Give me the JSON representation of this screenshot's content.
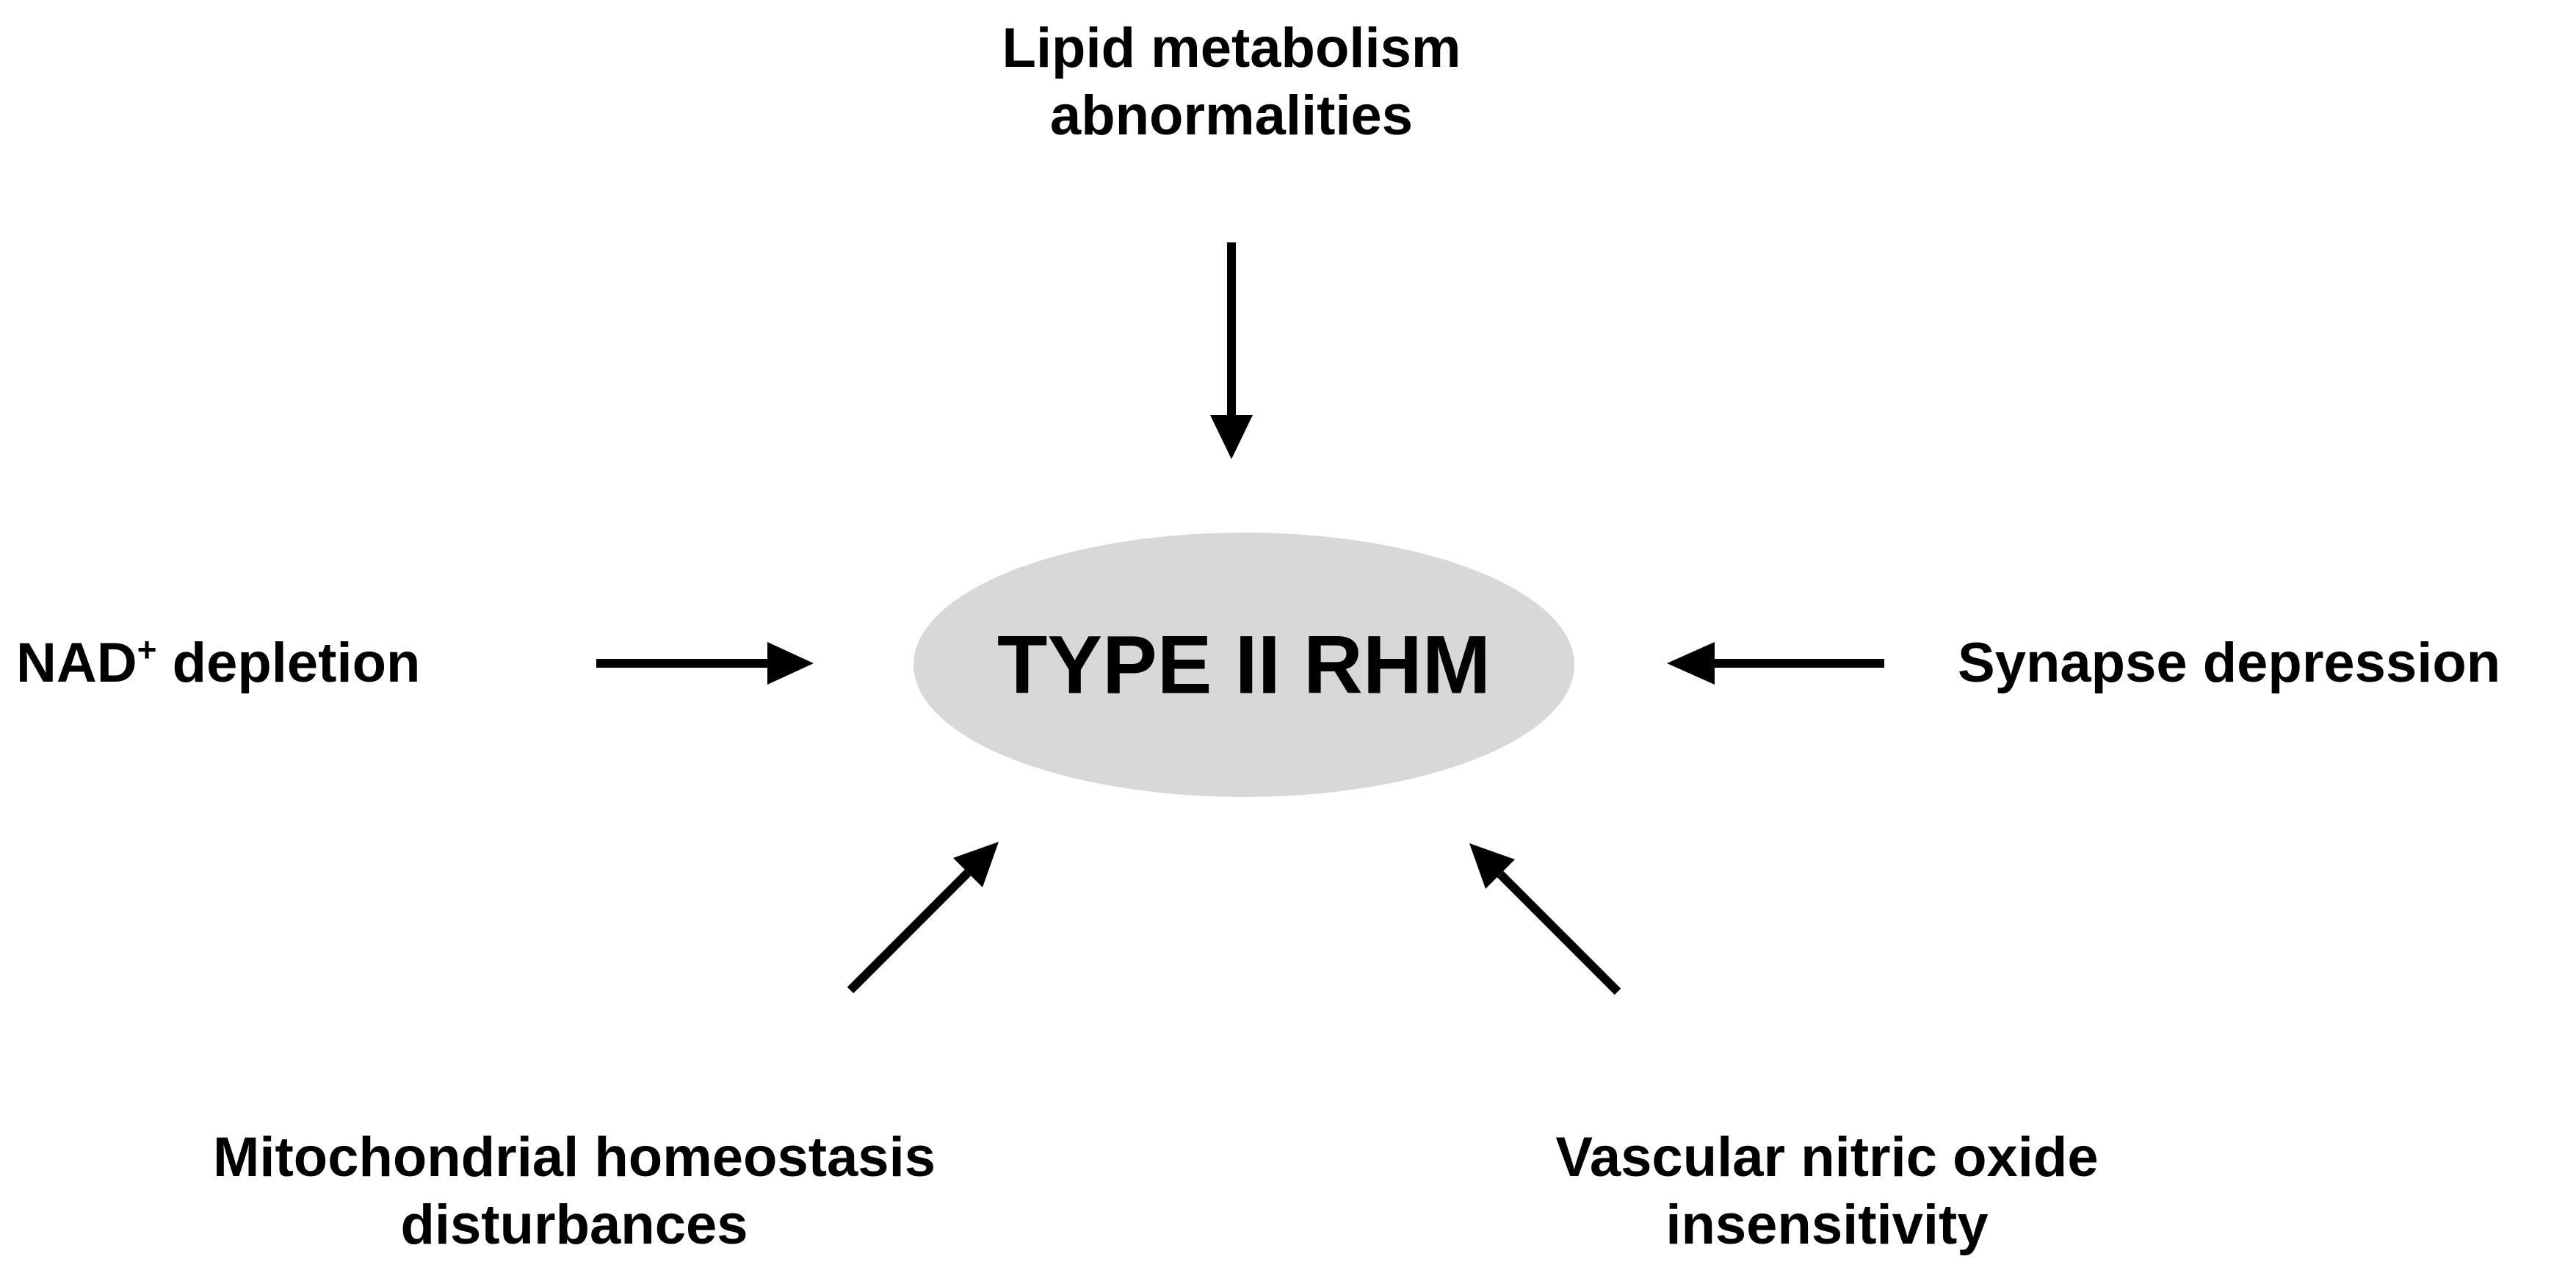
{
  "center_node": {
    "label": "TYPE II RHM",
    "fill_color": "#d8d8d8"
  },
  "factors": {
    "top": {
      "line1": "Lipid metabolism",
      "line2": "abnormalities"
    },
    "left": {
      "text_main": "NAD",
      "text_sup": "+",
      "text_rest": " depletion"
    },
    "right": {
      "label": "Synapse depression"
    },
    "bottom_left": {
      "line1": "Mitochondrial homeostasis",
      "line2": "disturbances"
    },
    "bottom_right": {
      "line1": "Vascular nitric oxide",
      "line2": "insensitivity"
    }
  },
  "arrow_color": "#000000"
}
